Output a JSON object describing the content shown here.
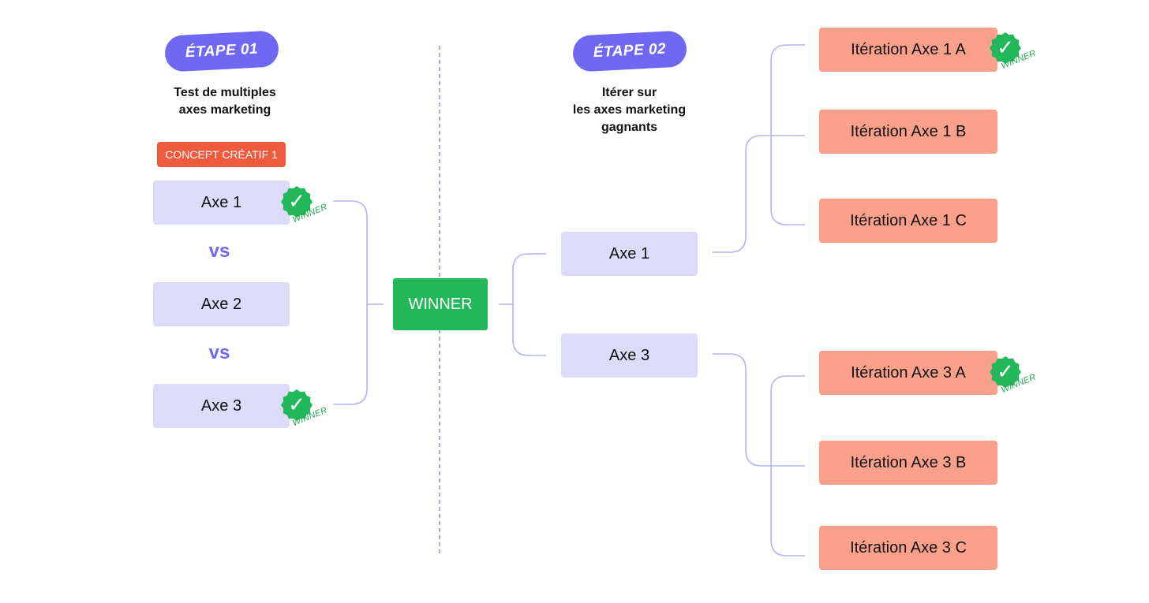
{
  "colors": {
    "stage_pill": "#6e68f2",
    "axe_box": "#dcdcfa",
    "iteration_box": "#fba08a",
    "concept_badge": "#ee5a3c",
    "winner": "#22b85a",
    "connector": "#b3b3f2"
  },
  "stage1": {
    "label": "ÉTAPE 01",
    "subtitle": "Test de multiples\naxes marketing",
    "concept": "CONCEPT CRÉATIF 1",
    "axes": [
      {
        "label": "Axe 1",
        "winner": true
      },
      {
        "label": "Axe 2",
        "winner": false
      },
      {
        "label": "Axe 3",
        "winner": true
      }
    ],
    "vs_label": "vs"
  },
  "center": {
    "winner_label": "WINNER"
  },
  "stage2": {
    "label": "ÉTAPE 02",
    "subtitle": "Itérer sur\nles axes marketing\ngagnants",
    "axes": [
      {
        "label": "Axe 1"
      },
      {
        "label": "Axe 3"
      }
    ],
    "iterations": [
      {
        "label": "Itération Axe 1 A",
        "winner": true
      },
      {
        "label": "Itération Axe 1 B",
        "winner": false
      },
      {
        "label": "Itération Axe 1 C",
        "winner": false
      },
      {
        "label": "Itération Axe 3 A",
        "winner": true
      },
      {
        "label": "Itération Axe 3 B",
        "winner": false
      },
      {
        "label": "Itération Axe 3 C",
        "winner": false
      }
    ]
  },
  "badge": {
    "icon": "check-icon",
    "check": "✓",
    "label": "WINNER"
  }
}
